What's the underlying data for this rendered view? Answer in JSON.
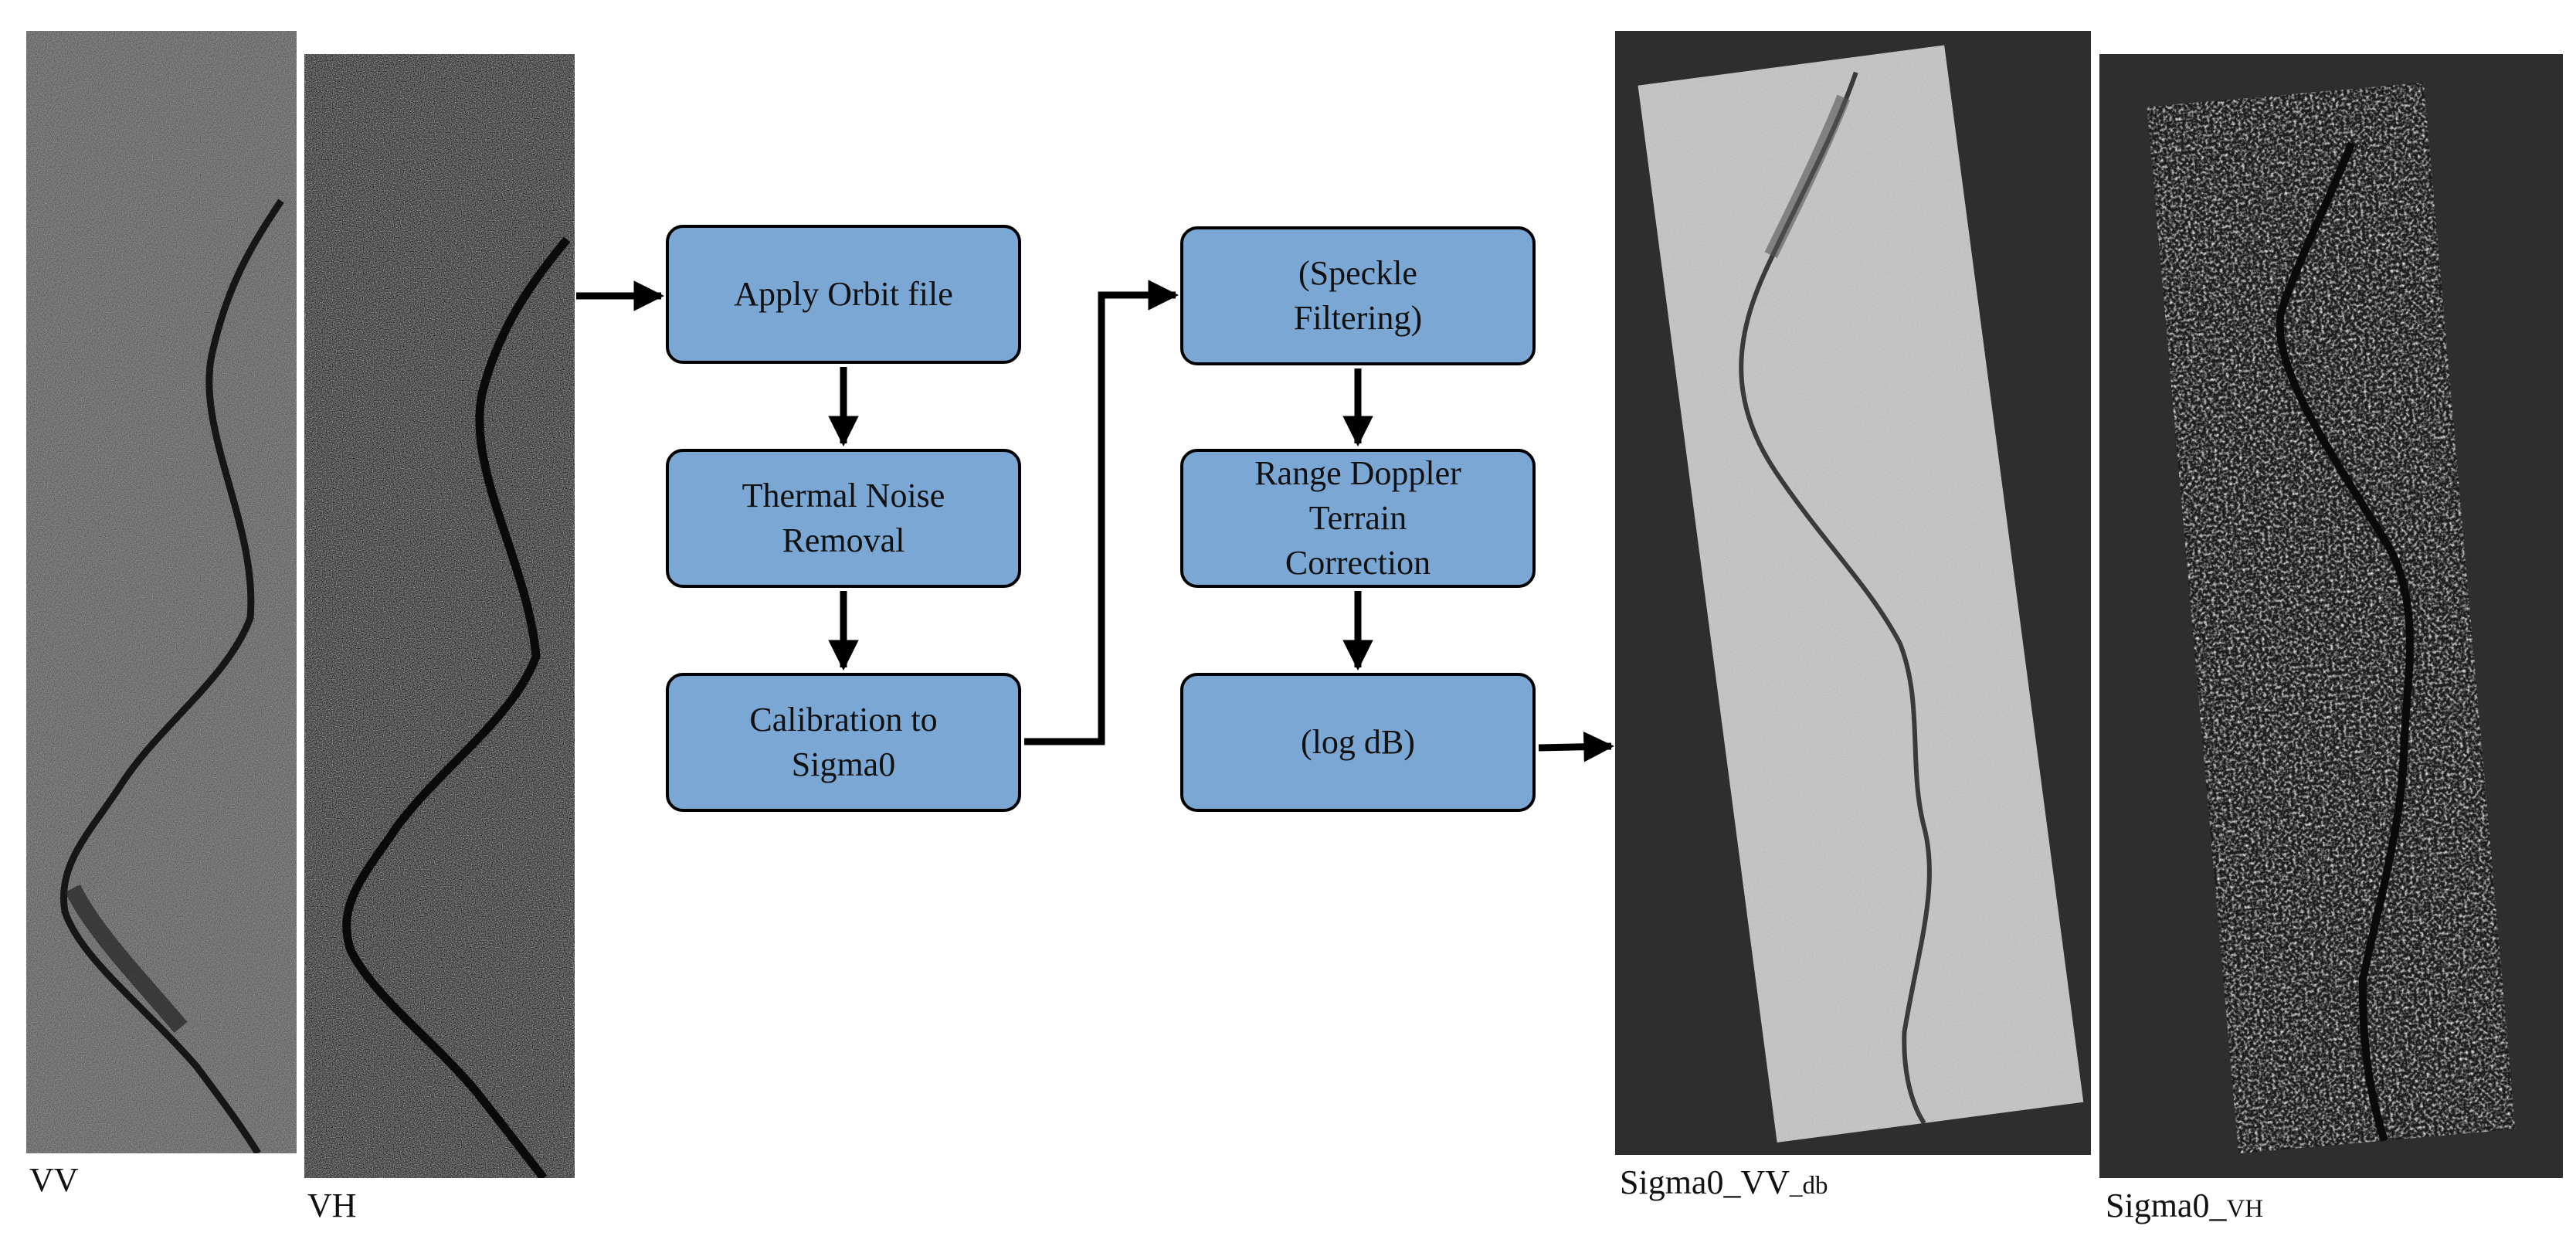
{
  "inputs": {
    "vv_label": "VV",
    "vh_label": "VH"
  },
  "steps_column_1": {
    "apply_orbit": "Apply Orbit file",
    "thermal_noise": "Thermal Noise\nRemoval",
    "calibration": "Calibration to\nSigma0"
  },
  "steps_column_2": {
    "speckle": "(Speckle\nFiltering)",
    "terrain": "Range Doppler\nTerrain\nCorrection",
    "log_db": "(log dB)"
  },
  "outputs": {
    "vv_db_main": "Sigma0_VV",
    "vv_db_sub": "_db",
    "vh_main": "Sigma0_",
    "vh_sub": "VH"
  },
  "colors": {
    "box_fill": "#7ba7d4",
    "box_border": "#000000",
    "output_background": "#2e2e2e"
  }
}
